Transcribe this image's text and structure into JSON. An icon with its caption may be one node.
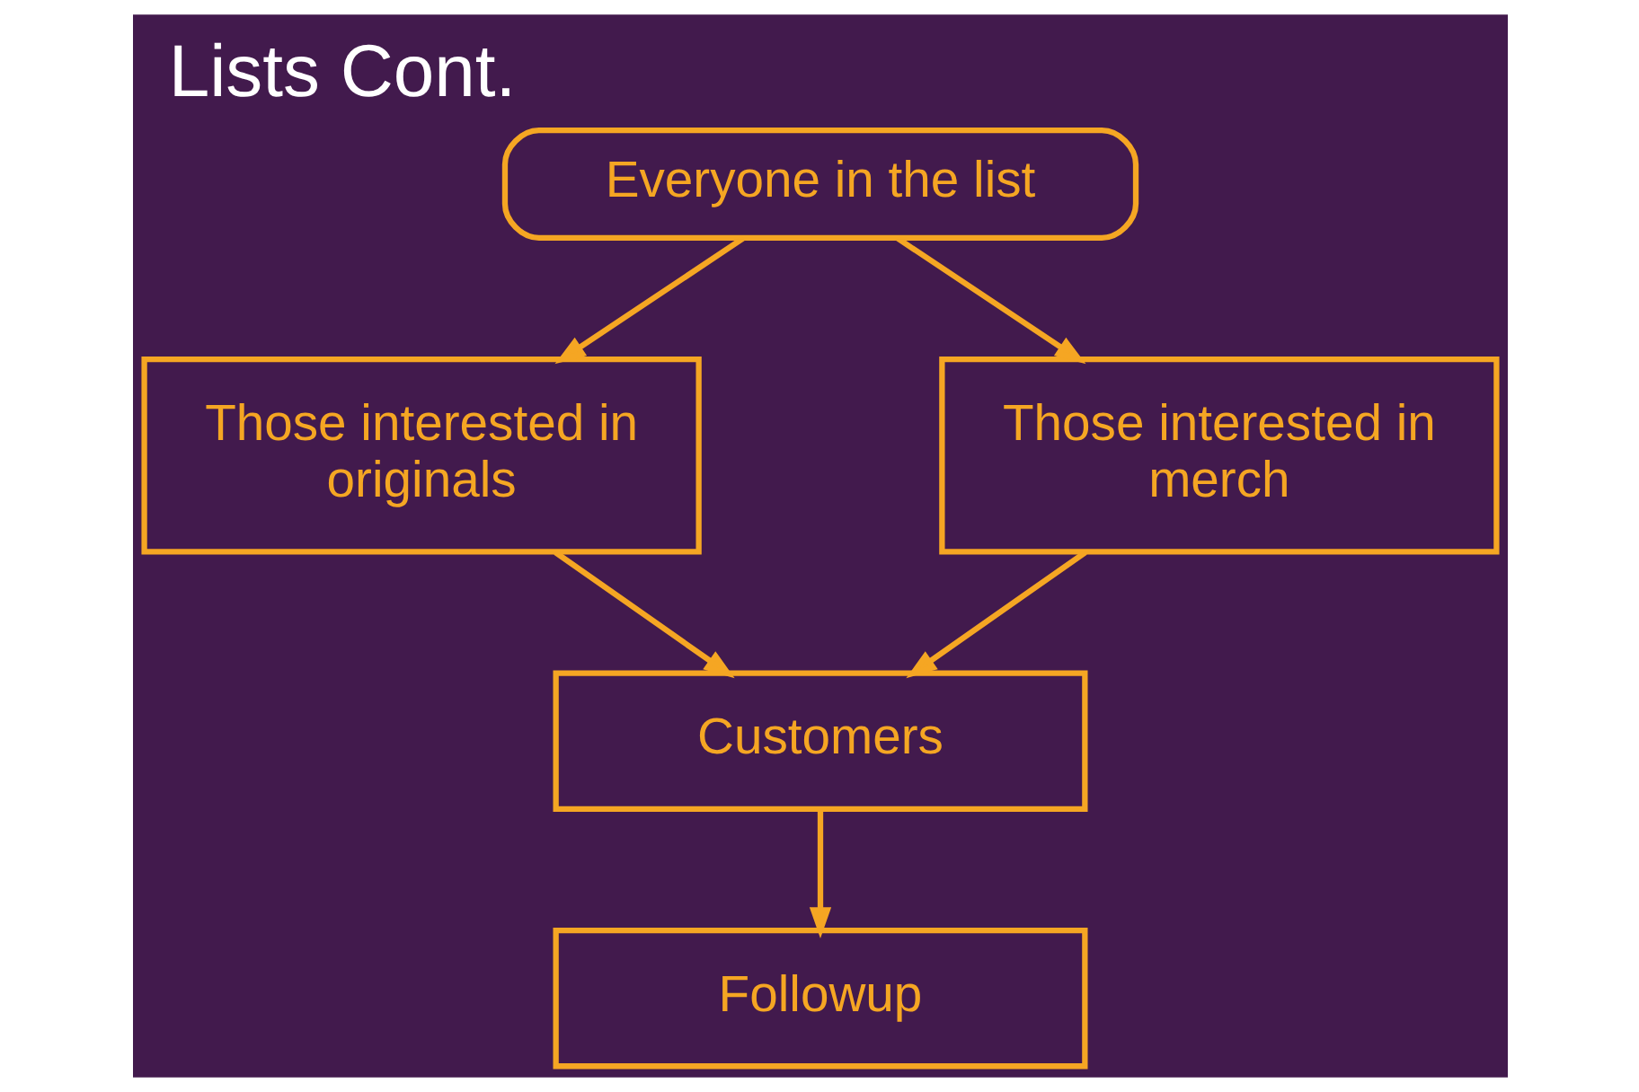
{
  "diagram": {
    "title": "Lists Cont.",
    "nodes": [
      {
        "text": [
          "Everyone in the list"
        ]
      },
      {
        "text": [
          "Those interested in originals"
        ]
      },
      {
        "text": [
          "Those interested in merch"
        ]
      },
      {
        "text": [
          "Customers"
        ]
      },
      {
        "text": [
          "Followup"
        ]
      }
    ],
    "edges": [
      {
        "from": 0,
        "to": 1,
        "arrow": "to"
      },
      {
        "from": 0,
        "to": 2,
        "arrow": "to"
      },
      {
        "from": 1,
        "to": 3,
        "arrow": "to"
      },
      {
        "from": 2,
        "to": 3,
        "arrow": "to"
      },
      {
        "from": 3,
        "to": 4,
        "arrow": "to"
      }
    ]
  }
}
